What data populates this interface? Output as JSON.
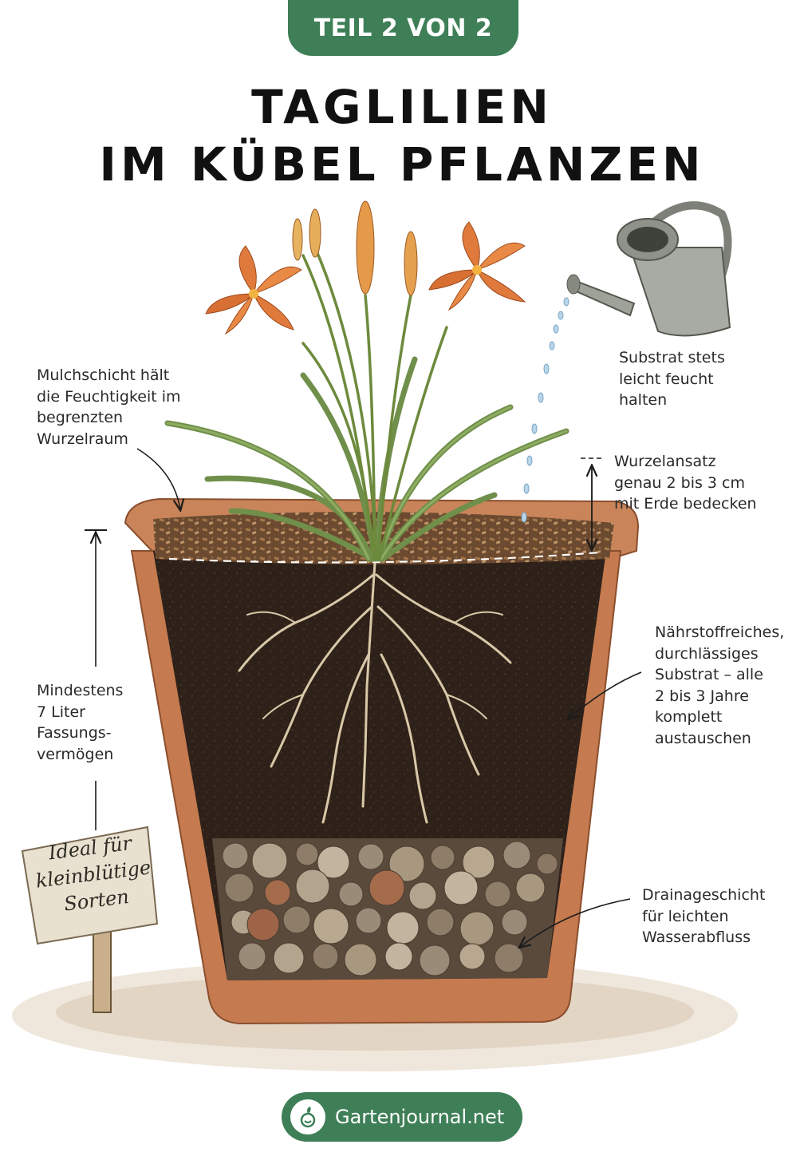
{
  "header": {
    "part_tab": "TEIL 2 VON 2",
    "title_line1": "TAGLILIEN",
    "title_line2": "IM KÜBEL PFLANZEN"
  },
  "annotations": {
    "mulch": [
      "Mulchschicht hält",
      "die Feuchtigkeit im",
      "begrenzten",
      "Wurzelraum"
    ],
    "watering": [
      "Substrat stets",
      "leicht feucht",
      "halten"
    ],
    "root_depth": [
      "Wurzelansatz",
      "genau 2 bis 3 cm",
      "mit Erde bedecken"
    ],
    "volume": [
      "Mindestens",
      "7 Liter",
      "Fassungs-",
      "vermögen"
    ],
    "substrate": [
      "Nährstoffreiches,",
      "durchlässiges",
      "Substrat – alle",
      "2 bis 3 Jahre",
      "komplett",
      "austauschen"
    ],
    "drainage": [
      "Drainageschicht",
      "für leichten",
      "Wasserabfluss"
    ]
  },
  "sign": {
    "lines": [
      "Ideal für",
      "kleinblütige",
      "Sorten"
    ]
  },
  "footer": {
    "brand": "Gartenjournal.net",
    "icon": "leaf-logo-icon"
  },
  "colors": {
    "brand_green": "#3e7f57",
    "terracotta": "#c57a4f",
    "soil": "#2e2119",
    "flower_orange": "#e07a3c"
  }
}
